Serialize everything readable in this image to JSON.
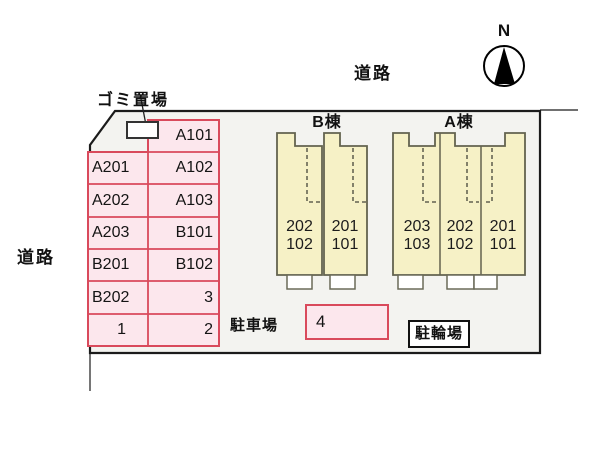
{
  "labels": {
    "road_top": "道路",
    "road_left": "道路",
    "garbage_area": "ゴミ置場",
    "compass_north": "N",
    "parking_lot": "駐車場",
    "bicycle_area": "駐輪場",
    "stall4": "4"
  },
  "buildings": [
    {
      "name": "B棟",
      "units": [
        {
          "upper": "202",
          "lower": "102"
        },
        {
          "upper": "201",
          "lower": "101"
        }
      ]
    },
    {
      "name": "A棟",
      "units": [
        {
          "upper": "203",
          "lower": "103"
        },
        {
          "upper": "202",
          "lower": "102"
        },
        {
          "upper": "201",
          "lower": "101"
        }
      ]
    }
  ],
  "parking_table": {
    "rows": [
      {
        "left": "",
        "right": "A101"
      },
      {
        "left": "A201",
        "right": "A102"
      },
      {
        "left": "A202",
        "right": "A103"
      },
      {
        "left": "A203",
        "right": "B101"
      },
      {
        "left": "B201",
        "right": "B102"
      },
      {
        "left": "B202",
        "right": "3"
      },
      {
        "left": "1",
        "right": "2"
      }
    ]
  },
  "colors": {
    "site_fill": "#f3f3f0",
    "site_border": "#1b1b1b",
    "parking_cell_fill": "#fce7ed",
    "parking_cell_border": "#d94a5c",
    "building_fill": "#f6f1c6",
    "building_border": "#63634f"
  }
}
